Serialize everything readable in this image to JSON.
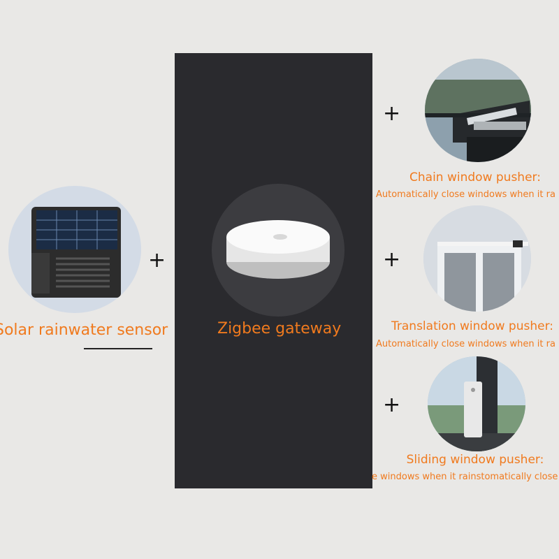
{
  "left": {
    "label": "Solar rainwater sensor",
    "image_icon": "solar-sensor-icon"
  },
  "center": {
    "label": "Zigbee gateway",
    "image_icon": "gateway-icon"
  },
  "plus_sign": "+",
  "items": [
    {
      "title": "Chain window pusher:",
      "subtitle": "Automatically close windows when it ra",
      "image_icon": "chain-window-icon"
    },
    {
      "title": "Translation window pusher:",
      "subtitle": "Automatically close windows when it ra",
      "image_icon": "translation-window-icon"
    },
    {
      "title": "Sliding window pusher:",
      "subtitle": "e windows when it rainstomatically close",
      "image_icon": "sliding-window-icon"
    }
  ],
  "colors": {
    "background": "#e9e8e6",
    "panel": "#2a2a2e",
    "accent_orange": "#f07a1e"
  }
}
